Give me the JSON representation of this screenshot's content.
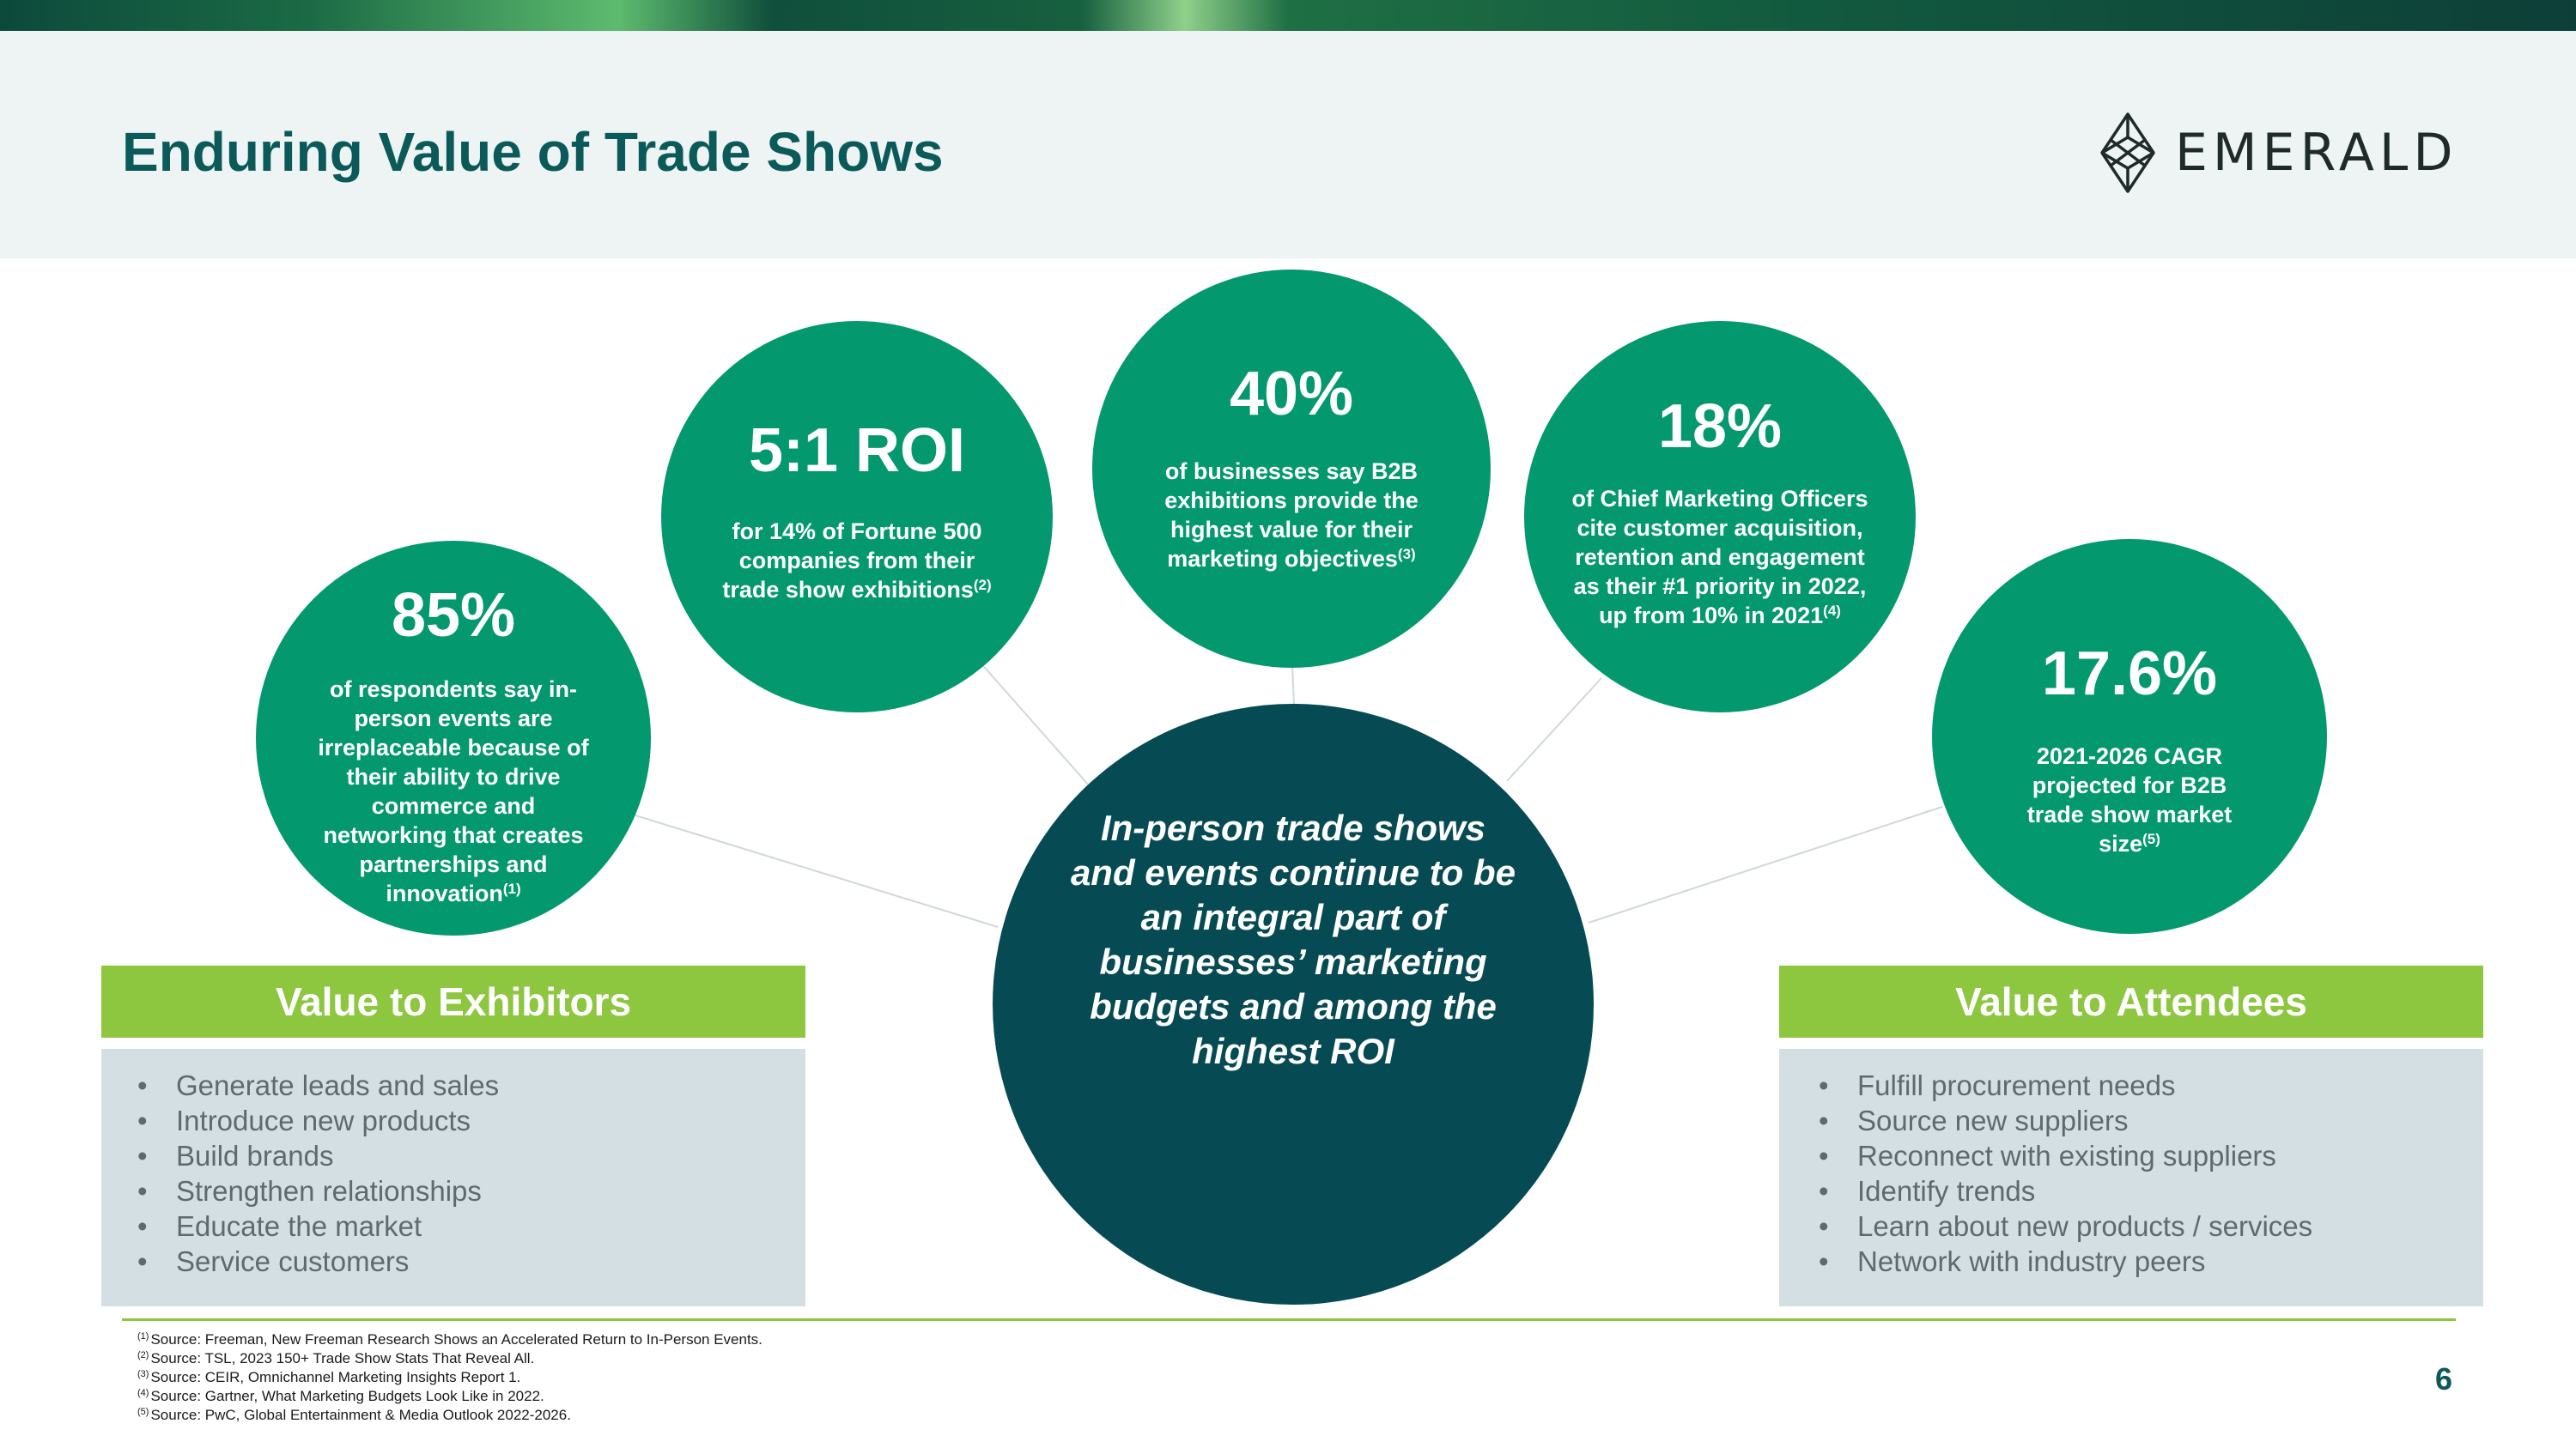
{
  "header": {
    "title": "Enduring Value of Trade Shows",
    "logo_text": "EMERALD"
  },
  "stats": {
    "s1": {
      "value": "85%",
      "text": "of respondents say in-person events are irreplaceable because of their ability to drive commerce and networking that creates partnerships and innovation",
      "note": "(1)"
    },
    "s2": {
      "value": "5:1 ROI",
      "text": "for 14% of Fortune 500 companies from their trade show exhibitions",
      "note": "(2)"
    },
    "s3": {
      "value": "40%",
      "text": "of businesses say B2B exhibitions provide the highest value for their marketing objectives",
      "note": "(3)"
    },
    "s4": {
      "value": "18%",
      "text": "of Chief Marketing Officers cite customer acquisition, retention and engagement as their #1 priority in 2022, up from 10% in 2021",
      "note": "(4)"
    },
    "s5": {
      "value": "17.6%",
      "text": "2021-2026 CAGR projected for B2B trade show market size",
      "note": "(5)"
    }
  },
  "center": {
    "text": "In-person trade shows and events continue to be an integral part of businesses’ marketing budgets and among the highest ROI"
  },
  "exhibitors": {
    "title": "Value to Exhibitors",
    "items": [
      "Generate leads and sales",
      "Introduce new products",
      "Build brands",
      "Strengthen relationships",
      "Educate the market",
      "Service customers"
    ]
  },
  "attendees": {
    "title": "Value to Attendees",
    "items": [
      "Fulfill procurement needs",
      "Source new suppliers",
      "Reconnect with existing suppliers",
      "Identify trends",
      "Learn about new products / services",
      "Network with industry peers"
    ]
  },
  "bullet": "•",
  "footnotes": [
    {
      "mark": "(1)",
      "text": "Source: Freeman, New Freeman Research Shows an Accelerated Return to In-Person Events."
    },
    {
      "mark": "(2)",
      "text": "Source: TSL, 2023 150+ Trade Show Stats That Reveal All."
    },
    {
      "mark": "(3)",
      "text": "Source: CEIR, Omnichannel Marketing Insights Report 1."
    },
    {
      "mark": "(4)",
      "text": "Source: Gartner, What Marketing Budgets Look Like in 2022."
    },
    {
      "mark": "(5)",
      "text": "Source: PwC, Global Entertainment & Media Outlook 2022-2026."
    }
  ],
  "page_number": "6",
  "colors": {
    "title": "#0b5a59",
    "bubble": "#03986e",
    "center": "#064b54",
    "panel_header": "#8dc63f",
    "panel_body": "#d4dfe3"
  }
}
